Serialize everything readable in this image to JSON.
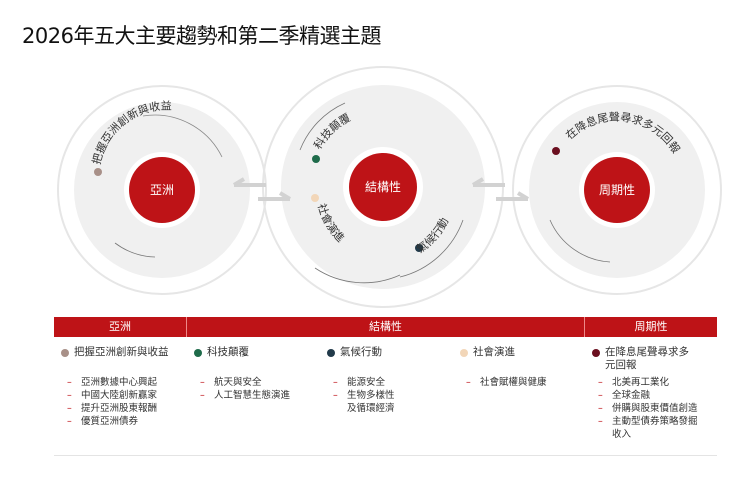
{
  "title": "2026年五大主要趨勢和第二季精選主題",
  "colors": {
    "accent": "#be1317",
    "asia_dot": "#a89088",
    "tech_dot": "#1e6b4a",
    "climate_dot": "#213a4a",
    "society_dot": "#f2d6b8",
    "cyclical_dot": "#6b0f1f"
  },
  "diagram": {
    "asia": {
      "center": "亞洲",
      "arc": "把握亞洲創新與收益"
    },
    "structural": {
      "center": "結構性",
      "arc_tech": "科技顛覆",
      "arc_society": "社會演進",
      "arc_climate": "氣候行動"
    },
    "cyclical": {
      "center": "周期性",
      "arc": "在降息尾聲尋求多元回報"
    }
  },
  "table": {
    "headers": [
      "亞洲",
      "結構性",
      "周期性"
    ],
    "columns": [
      {
        "topic": "把握亞洲創新與收益",
        "items": [
          "亞洲數據中心興起",
          "中國大陸創新贏家",
          "提升亞洲股東報酬",
          "優質亞洲債券"
        ]
      },
      {
        "topic": "科技顛覆",
        "items": [
          "航天與安全",
          "人工智慧生態演進"
        ]
      },
      {
        "topic": "氣候行動",
        "items": [
          "能源安全",
          "生物多樣性及循環經濟"
        ]
      },
      {
        "topic": "社會演進",
        "items": [
          "社會賦權與健康"
        ]
      },
      {
        "topic": "在降息尾聲尋求多元回報",
        "items": [
          "北美再工業化",
          "全球金融",
          "併購與股東價值創造",
          "主動型債券策略發掘收入"
        ]
      }
    ]
  }
}
